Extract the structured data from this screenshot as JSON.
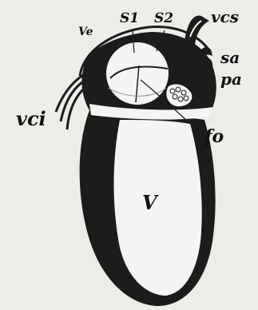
{
  "labels": {
    "ve": "Ve",
    "s1": "S1",
    "s2": "S2",
    "vcs": "vcs",
    "sa": "sa",
    "pa": "pa",
    "vci": "vci",
    "fo": "fo",
    "v": "V"
  },
  "colors": {
    "background": "#ecece9",
    "ink": "#111111",
    "dark_tissue": "#1c1c1c",
    "pale_tissue": "#f4f4f2"
  }
}
